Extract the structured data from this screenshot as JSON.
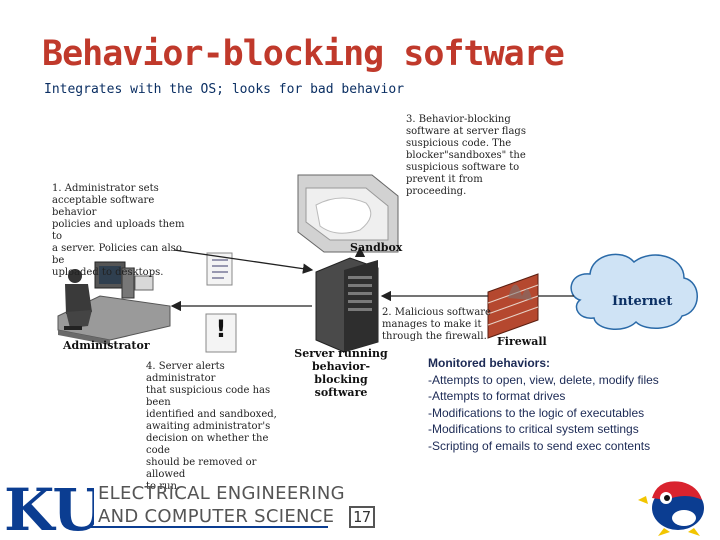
{
  "slide": {
    "title": "Behavior-blocking software",
    "subtitle": "Integrates with the OS; looks for bad behavior"
  },
  "diagram": {
    "step1": "1. Administrator sets\nacceptable software behavior\npolicies and uploads them to\na server. Policies can also be\nuploaded to desktops.",
    "step2": "2. Malicious software\nmanages to make it\nthrough the firewall.",
    "step3": "3. Behavior-blocking\nsoftware at server flags\nsuspicious code. The\nblocker\"sandboxes\" the\nsuspicious software to\nprevent it from proceeding.",
    "step4": "4. Server alerts administrator\nthat suspicious code has been\nidentified and sandboxed,\nawaiting administrator's\ndecision on whether the code\nshould be removed or allowed\nto run.",
    "administrator_label": "Administrator",
    "server_label": "Server running\nbehavior-blocking\nsoftware",
    "sandbox_label": "Sandbox",
    "firewall_label": "Firewall",
    "internet_label": "Internet",
    "alert_symbol": "!"
  },
  "monitored": {
    "title": "Monitored behaviors:",
    "items": [
      "-Attempts to open, view, delete, modify files",
      "-Attempts to format drives",
      "-Modifications to the logic of executables",
      "-Modifications to critical system settings",
      "-Scripting of emails to send exec contents"
    ]
  },
  "footer": {
    "logo_text": "KU",
    "department": "ELECTRICAL ENGINEERING\nAND COMPUTER SCIENCE",
    "page_number": "17"
  },
  "colors": {
    "title": "#c0392b",
    "ku_blue": "#0b3d91",
    "ku_red": "#d9232e",
    "text_dark": "#1c2a55"
  }
}
